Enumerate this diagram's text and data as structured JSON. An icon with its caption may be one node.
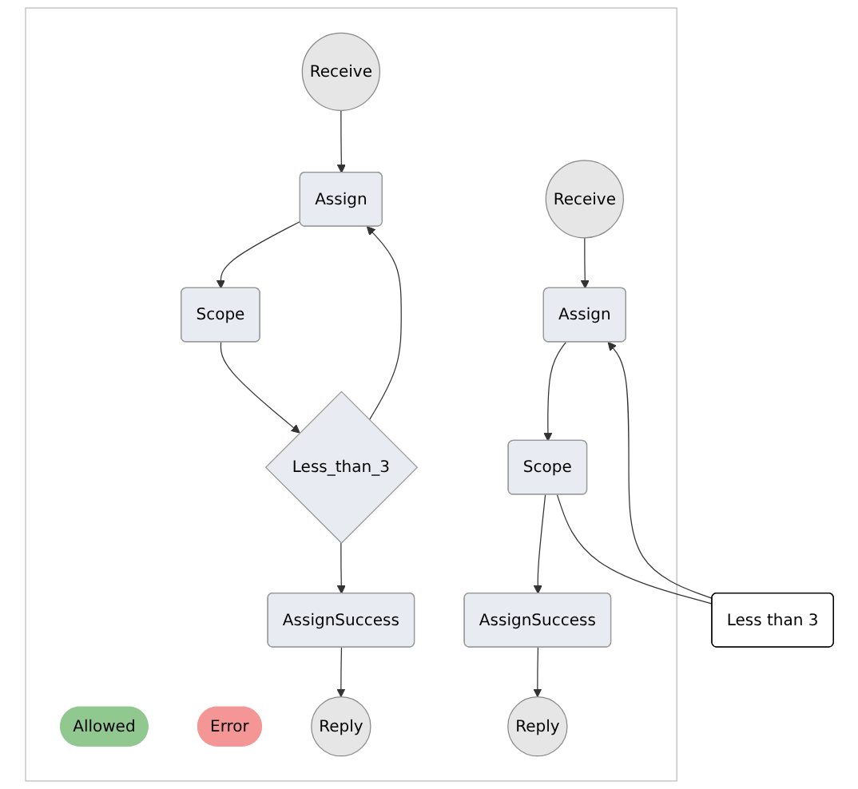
{
  "diagram": {
    "nodes": [
      {
        "text": [],
        "shape": "box"
      },
      {
        "text": [
          "Allowed"
        ],
        "in": 0
      },
      {
        "text": [
          "Error"
        ],
        "in": 0
      },
      {
        "text": [
          "Receive"
        ],
        "in": 0
      },
      {
        "text": [
          "Assign"
        ],
        "in": 0
      },
      {
        "text": [
          "Scope"
        ],
        "in": 0
      },
      {
        "text": [
          "Less_than_3"
        ],
        "in": 0
      },
      {
        "text": [
          "AssignSuccess"
        ],
        "in": 0
      },
      {
        "text": [
          "Reply"
        ],
        "in": 0
      },
      {
        "text": [
          "Receive"
        ],
        "in": 0
      },
      {
        "text": [
          "Assign"
        ],
        "in": 0
      },
      {
        "text": [
          "Scope"
        ],
        "in": 0
      },
      {
        "text": [
          "AssignSuccess"
        ],
        "in": 0
      },
      {
        "text": [
          "Reply"
        ],
        "in": 0
      },
      {
        "text": [
          "Less than 3"
        ]
      }
    ],
    "edges": [
      {
        "from": 3,
        "to": 4,
        "arrow": "to"
      },
      {
        "from": 4,
        "to": 5,
        "arrow": "to"
      },
      {
        "from": 5,
        "to": 6,
        "arrow": "to"
      },
      {
        "from": 6,
        "to": 7,
        "arrow": "to"
      },
      {
        "from": 7,
        "to": 8,
        "arrow": "to"
      },
      {
        "from": 6,
        "to": 4,
        "arrow": "to"
      },
      {
        "from": 9,
        "to": 10,
        "arrow": "to"
      },
      {
        "from": 10,
        "to": 11,
        "arrow": "to"
      },
      {
        "from": 11,
        "to": 12,
        "arrow": "to"
      },
      {
        "from": 12,
        "to": 13,
        "arrow": "to"
      },
      {
        "from": 14,
        "to": 10,
        "arrow": "to"
      },
      {
        "from": 11,
        "to": 14,
        "arrow": "none"
      }
    ]
  }
}
